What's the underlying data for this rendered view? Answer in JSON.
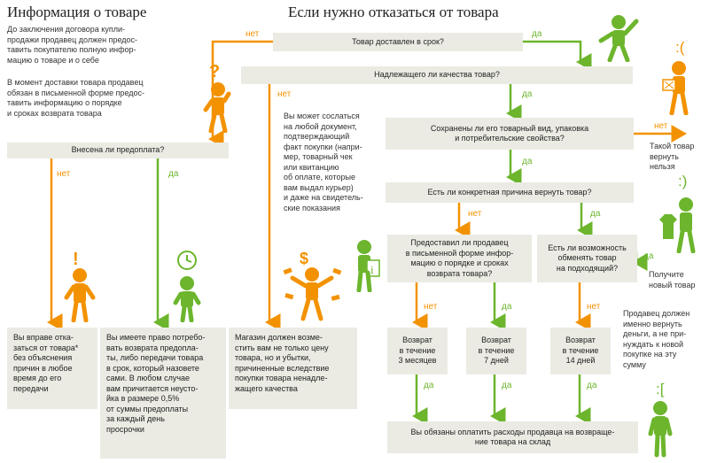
{
  "titles": {
    "left": "Информация о товаре",
    "right": "Если нужно отказаться от товара"
  },
  "intro": {
    "p1": [
      "До заключения договора купли-",
      "продажи продавец должен предос-",
      "тавить покупателю полную инфор-",
      "мацию о товаре и о себе"
    ],
    "p2": [
      "В момент доставки товара продавец",
      "обязан в письменной форме предос-",
      "тавить информацию о порядке",
      "и сроках возврата товара"
    ]
  },
  "questions": {
    "delivered": "Товар доставлен в срок?",
    "quality": "Надлежащего ли качества товар?",
    "prepay": "Внесена ли предоплата?",
    "appearance": [
      "Сохранены ли его товарный вид, упаковка",
      "и потребительские свойства?"
    ],
    "reason": "Есть ли конкретная причина вернуть товар?",
    "written_info": [
      "Предоставил ли продавец",
      "в письменной форме инфор-",
      "мацию о порядке и сроках",
      "возврата товара?"
    ],
    "exchange": [
      "Есть ли возможность",
      "обменять товар",
      "на подходящий?"
    ]
  },
  "labels": {
    "yes": "да",
    "no": "нет"
  },
  "notes": {
    "docs": [
      "Вы может сослаться",
      "на любой документ,",
      "подтверждающий",
      "факт покупки (напри-",
      "мер, товарный чек",
      "или квитанцию",
      "об оплате, которые",
      "вам выдал курьер)",
      "и даже на свидетель-",
      "ские показания"
    ],
    "cannot_return": [
      "Такой товар",
      "вернуть",
      "нельзя"
    ],
    "get_new": [
      "Получите",
      "новый товар"
    ],
    "seller_must": [
      "Продавец должен",
      "именно вернуть",
      "деньги, а не при-",
      "нуждать к новой",
      "покупке на эту",
      "сумму"
    ]
  },
  "results": {
    "refuse_anytime": [
      "Вы вправе отка-",
      "заться от товара*",
      "без объяснения",
      "причин в любое",
      "время до его",
      "передачи"
    ],
    "prepay_rights": [
      "Вы имеете право потребо-",
      "вать возврата предопла-",
      "ты, либо передачи товара",
      "в срок, который назовете",
      "сами. В любом случае",
      "вам причитается неусто-",
      "йка в размере 0,5%",
      "от суммы предоплаты",
      "за каждый день",
      "просрочки"
    ],
    "store_compensate": [
      "Магазин должен возме-",
      "стить вам не только цену",
      "товара, но и убытки,",
      "причиненные вследствие",
      "покупки товара ненадле-",
      "жащего качества"
    ],
    "period_3m": [
      "Возврат",
      "в течение",
      "3 месяцев"
    ],
    "period_7d": [
      "Возврат",
      "в течение",
      "7 дней"
    ],
    "period_14d": [
      "Возврат",
      "в течение",
      "14 дней"
    ],
    "pay_costs": [
      "Вы обязаны оплатить расходы продавца на возвраще-",
      "ние товара на склад"
    ]
  },
  "faces": {
    "happy": ":)",
    "sad": ":(",
    "sad2": ":[",
    "question": "?",
    "exclaim": "!",
    "dollar": "$"
  },
  "colors": {
    "orange": "#f39200",
    "green": "#6cb52d",
    "box": "#ebebe4"
  }
}
